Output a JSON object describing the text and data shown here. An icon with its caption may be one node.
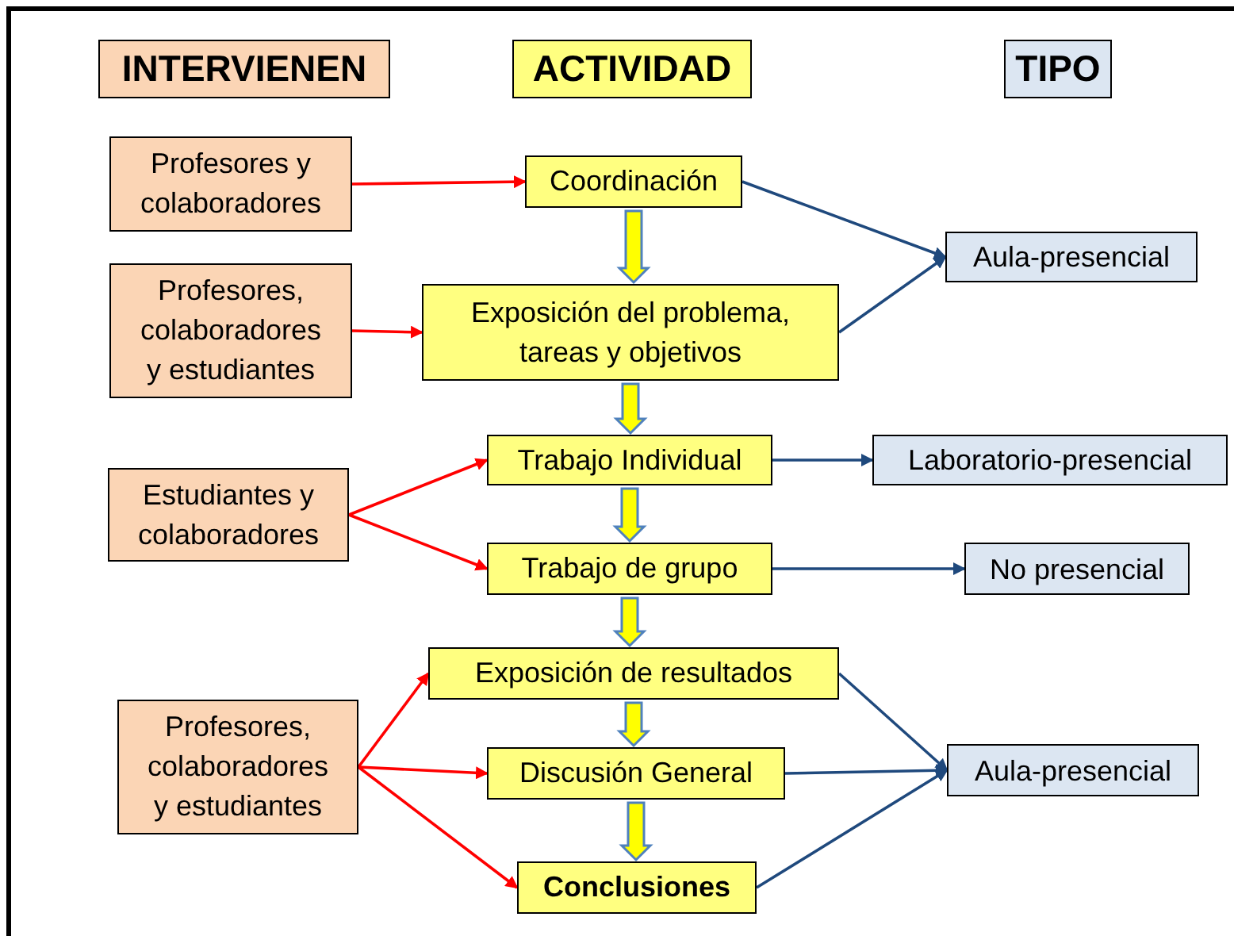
{
  "diagram": {
    "nodes": [
      {
        "text": [
          "INTERVIENEN"
        ]
      },
      {
        "text": [
          "ACTIVIDAD"
        ]
      },
      {
        "text": [
          "TIPO"
        ]
      },
      {
        "text": [
          "Profesores y colaboradores"
        ]
      },
      {
        "text": [
          "Coordinación"
        ]
      },
      {
        "text": [
          "Profesores, colaboradores y estudiantes"
        ]
      },
      {
        "text": [
          "Exposición del problema, tareas y objetivos"
        ]
      },
      {
        "text": [
          "Aula-presencial"
        ]
      },
      {
        "text": [
          "Estudiantes y colaboradores"
        ]
      },
      {
        "text": [
          "Trabajo Individual"
        ]
      },
      {
        "text": [
          "Laboratorio-presencial"
        ]
      },
      {
        "text": [
          "Trabajo de grupo"
        ]
      },
      {
        "text": [
          "No presencial"
        ]
      },
      {
        "text": [
          "Profesores, colaboradores y estudiantes"
        ]
      },
      {
        "text": [
          "Exposición de resultados"
        ]
      },
      {
        "text": [
          "Discusión General"
        ]
      },
      {
        "text": [
          "Aula-presencial"
        ]
      },
      {
        "text": [
          "Conclusiones"
        ]
      }
    ],
    "edges": [
      {
        "from": 3,
        "to": 4,
        "arrow": "to",
        "color": "#ff0000"
      },
      {
        "from": 5,
        "to": 6,
        "arrow": "to",
        "color": "#ff0000"
      },
      {
        "from": 8,
        "to": 9,
        "arrow": "to",
        "color": "#ff0000"
      },
      {
        "from": 8,
        "to": 11,
        "arrow": "to",
        "color": "#ff0000"
      },
      {
        "from": 13,
        "to": 14,
        "arrow": "to",
        "color": "#ff0000"
      },
      {
        "from": 13,
        "to": 15,
        "arrow": "to",
        "color": "#ff0000"
      },
      {
        "from": 13,
        "to": 17,
        "arrow": "to",
        "color": "#ff0000"
      },
      {
        "from": 4,
        "to": 7,
        "arrow": "to",
        "color": "#1f497d"
      },
      {
        "from": 6,
        "to": 7,
        "arrow": "to",
        "color": "#1f497d"
      },
      {
        "from": 9,
        "to": 10,
        "arrow": "to",
        "color": "#1f497d"
      },
      {
        "from": 11,
        "to": 12,
        "arrow": "to",
        "color": "#1f497d"
      },
      {
        "from": 14,
        "to": 16,
        "arrow": "to",
        "color": "#1f497d"
      },
      {
        "from": 15,
        "to": 16,
        "arrow": "to",
        "color": "#1f497d"
      },
      {
        "from": 17,
        "to": 16,
        "arrow": "to",
        "color": "#1f497d"
      },
      {
        "from": 4,
        "to": 6,
        "arrow": "to",
        "style": "thick",
        "color": "#ffff00"
      },
      {
        "from": 6,
        "to": 9,
        "arrow": "to",
        "style": "thick",
        "color": "#ffff00"
      },
      {
        "from": 9,
        "to": 11,
        "arrow": "to",
        "style": "thick",
        "color": "#ffff00"
      },
      {
        "from": 11,
        "to": 14,
        "arrow": "to",
        "style": "thick",
        "color": "#ffff00"
      },
      {
        "from": 14,
        "to": 15,
        "arrow": "to",
        "style": "thick",
        "color": "#ffff00"
      },
      {
        "from": 15,
        "to": 17,
        "arrow": "to",
        "style": "thick",
        "color": "#ffff00"
      }
    ]
  }
}
